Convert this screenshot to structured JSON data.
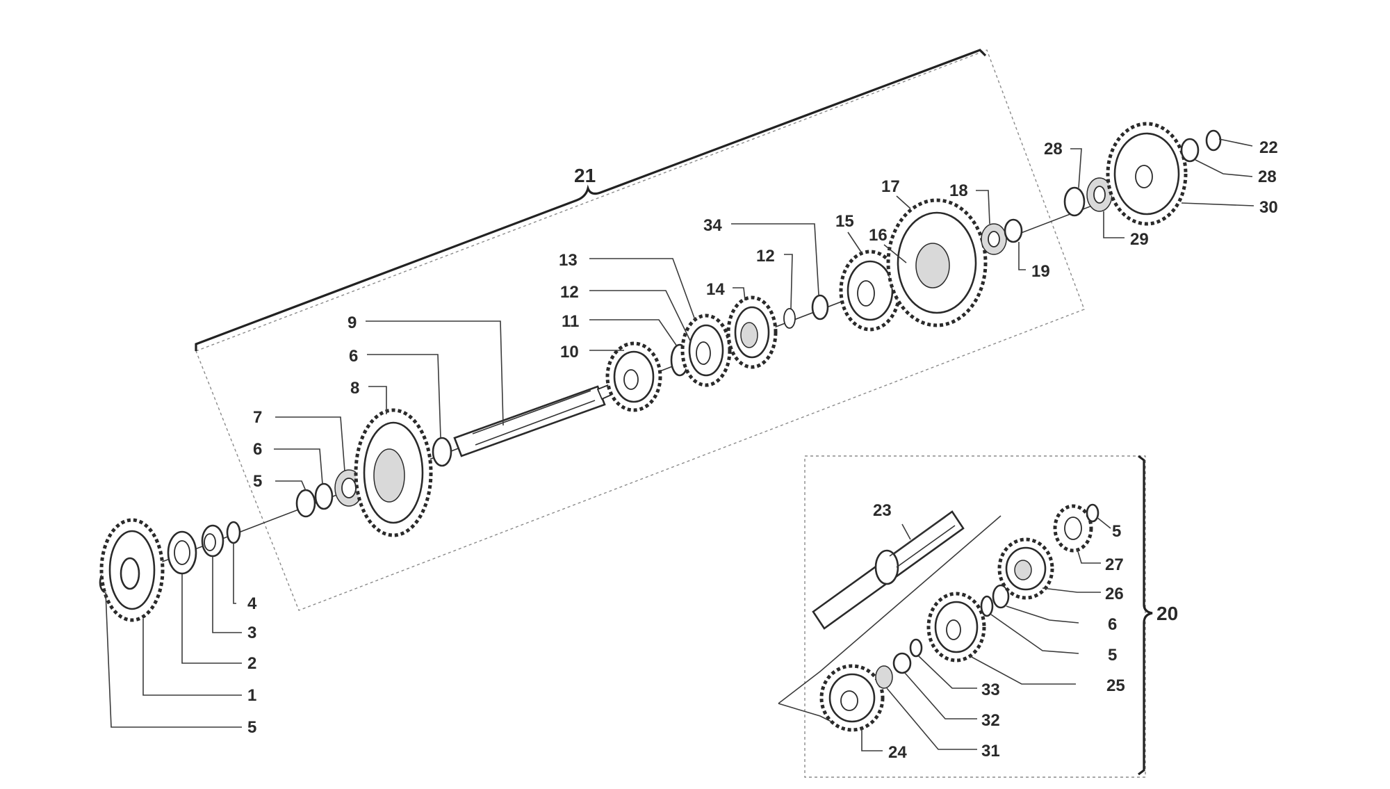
{
  "group_labels": {
    "g21": "21",
    "g20": "20"
  },
  "labels": {
    "p1": "1",
    "p2": "2",
    "p3": "3",
    "p4": "4",
    "p5a": "5",
    "p5b": "5",
    "p5c": "5",
    "p5d": "5",
    "p6a": "6",
    "p6b": "6",
    "p6c": "6",
    "p7": "7",
    "p8": "8",
    "p9": "9",
    "p10": "10",
    "p11": "11",
    "p12a": "12",
    "p12b": "12",
    "p13": "13",
    "p14": "14",
    "p15": "15",
    "p16": "16",
    "p17": "17",
    "p18": "18",
    "p19": "19",
    "p22": "22",
    "p23": "23",
    "p24": "24",
    "p25": "25",
    "p26": "26",
    "p27": "27",
    "p28a": "28",
    "p28b": "28",
    "p29": "29",
    "p30": "30",
    "p31": "31",
    "p32": "32",
    "p33": "33",
    "p34": "34"
  }
}
